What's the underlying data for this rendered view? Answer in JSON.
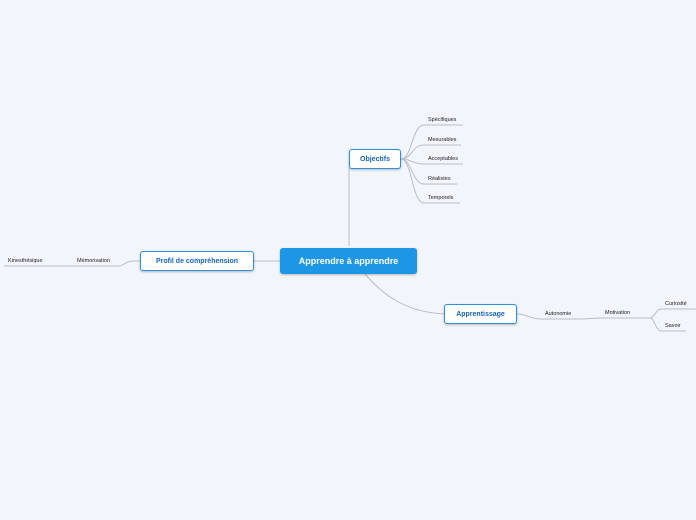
{
  "root": {
    "label": "Apprendre à apprendre"
  },
  "objectifs": {
    "label": "Objectifs",
    "children": [
      "Spécifiques",
      "Mesurables",
      "Acceptables",
      "Réalistes",
      "Temporels"
    ]
  },
  "profil": {
    "label": "Profil de compréhension",
    "child": "Mémorisation",
    "grandchild": "Kinesthésique"
  },
  "apprentissage": {
    "label": "Apprentissage",
    "child": "Autonomie",
    "grandchild": "Motivation",
    "leaves": [
      "Curiosité",
      "Savoir"
    ]
  },
  "colors": {
    "background": "#f2f5fc",
    "root_fill": "#1e96e6",
    "main_border": "#2d8fe0",
    "main_text": "#1565c0",
    "connector": "#b8bdc6"
  }
}
